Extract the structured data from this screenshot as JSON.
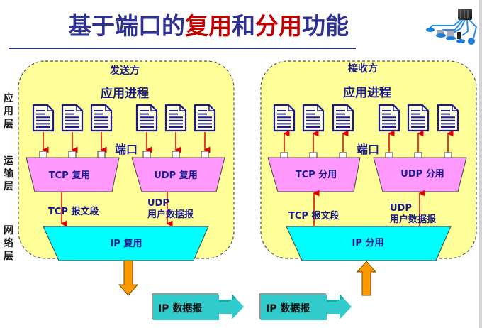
{
  "title": {
    "part1": "基于端口的",
    "part2": "复用",
    "part3": "和",
    "part4": "分用",
    "part5": "功能"
  },
  "header_icon": "network-distribution-icon",
  "layers": {
    "application": "应\n用\n层",
    "transport": "运\n输\n层",
    "network": "网\n络\n层"
  },
  "sender": {
    "title": "发送方",
    "app_process": "应用进程",
    "port_label": "端口",
    "tcp_box": "TCP 复用",
    "udp_box": "UDP 复用",
    "tcp_segment": "TCP 报文段",
    "udp_label_1": "UDP",
    "udp_label_2": "用户数据报",
    "ip_box": "IP 复用",
    "arrow_direction": "down"
  },
  "receiver": {
    "title": "接收方",
    "app_process": "应用进程",
    "port_label": "端口",
    "tcp_box": "TCP 分用",
    "udp_box": "UDP 分用",
    "tcp_segment": "TCP 报文段",
    "udp_label_1": "UDP",
    "udp_label_2": "用户数据报",
    "ip_box": "IP 分用",
    "arrow_direction": "up"
  },
  "datagrams": [
    {
      "label": "IP 数据报"
    },
    {
      "label": "IP 数据报"
    }
  ],
  "colors": {
    "title_blue": "#2e3192",
    "title_red": "#c00000",
    "panel_fill": "#ffff99",
    "mux_fill": "#ff99ff",
    "ip_fill": "#00ffff",
    "arrow_orange": "#ff9900",
    "datagram_teal": "#33cccc",
    "port_arrow_red": "#e00000"
  }
}
